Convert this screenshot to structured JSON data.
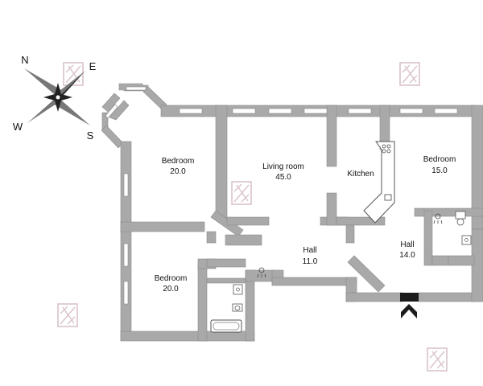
{
  "compass": {
    "n": "N",
    "e": "E",
    "s": "S",
    "w": "W"
  },
  "rooms": [
    {
      "name": "Bedroom",
      "area": "20.0"
    },
    {
      "name": "Living room",
      "area": "45.0"
    },
    {
      "name": "Kitchen",
      "area": ""
    },
    {
      "name": "Bedroom",
      "area": "15.0"
    },
    {
      "name": "Hall",
      "area": "11.0"
    },
    {
      "name": "Hall",
      "area": "14.0"
    },
    {
      "name": "Bedroom",
      "area": "20.0"
    }
  ],
  "colors": {
    "wall": "#a9a9a9",
    "wall_edge": "#8a8a8a",
    "window": "#ffffff",
    "entrance": "#1c1c1c",
    "watermark": "#d9c3c9"
  },
  "icons": [
    "compass-rose-icon",
    "entrance-arrow-icon",
    "toilet-icon",
    "sink-icon",
    "bathtub-icon",
    "shower-icon",
    "stove-icon",
    "watermark-logo-icon"
  ]
}
